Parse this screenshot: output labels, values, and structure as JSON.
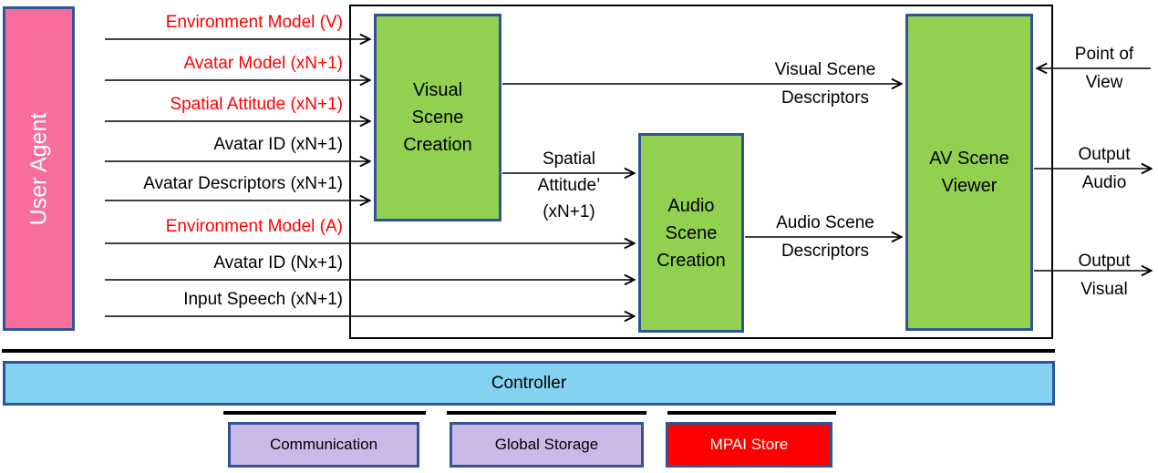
{
  "user_agent": {
    "label": "User Agent"
  },
  "inputs": [
    {
      "label": "Environment Model (V)",
      "red": true
    },
    {
      "label": "Avatar Model (xN+1)",
      "red": true
    },
    {
      "label": "Spatial Attitude (xN+1)",
      "red": true
    },
    {
      "label": "Avatar ID (xN+1)",
      "red": false
    },
    {
      "label": "Avatar Descriptors (xN+1)",
      "red": false
    },
    {
      "label": "Environment Model (A)",
      "red": true
    },
    {
      "label": "Avatar ID (Nx+1)",
      "red": false
    },
    {
      "label": "Input Speech (xN+1)",
      "red": false
    }
  ],
  "modules": {
    "visual_scene_creation": {
      "lines": [
        "Visual",
        "Scene",
        "Creation"
      ]
    },
    "audio_scene_creation": {
      "lines": [
        "Audio",
        "Scene",
        "Creation"
      ]
    },
    "av_scene_viewer": {
      "lines": [
        "AV Scene",
        "Viewer"
      ]
    }
  },
  "flows": {
    "spatial_attitude_prime": {
      "lines": [
        "Spatial",
        "Attitude’",
        "(xN+1)"
      ]
    },
    "visual_scene_descriptors": {
      "lines": [
        "Visual Scene",
        "Descriptors"
      ]
    },
    "audio_scene_descriptors": {
      "lines": [
        "Audio Scene",
        "Descriptors"
      ]
    }
  },
  "io_right": {
    "point_of_view": {
      "lines": [
        "Point of",
        "View"
      ]
    },
    "output_audio": {
      "lines": [
        "Output",
        "Audio"
      ]
    },
    "output_visual": {
      "lines": [
        "Output",
        "Visual"
      ]
    }
  },
  "controller": {
    "label": "Controller"
  },
  "services": [
    {
      "label": "Communication"
    },
    {
      "label": "Global Storage"
    },
    {
      "label": "MPAI Store"
    }
  ],
  "colors": {
    "user_agent_fill": "#F76E9E",
    "module_fill": "#92D050",
    "controller_fill": "#84D2F1",
    "service_fill": "#CDB9E8",
    "mpai_store_fill": "#FF0000",
    "box_border": "#2F5597",
    "red_label": "#FF0000",
    "line_color": "#000000"
  }
}
